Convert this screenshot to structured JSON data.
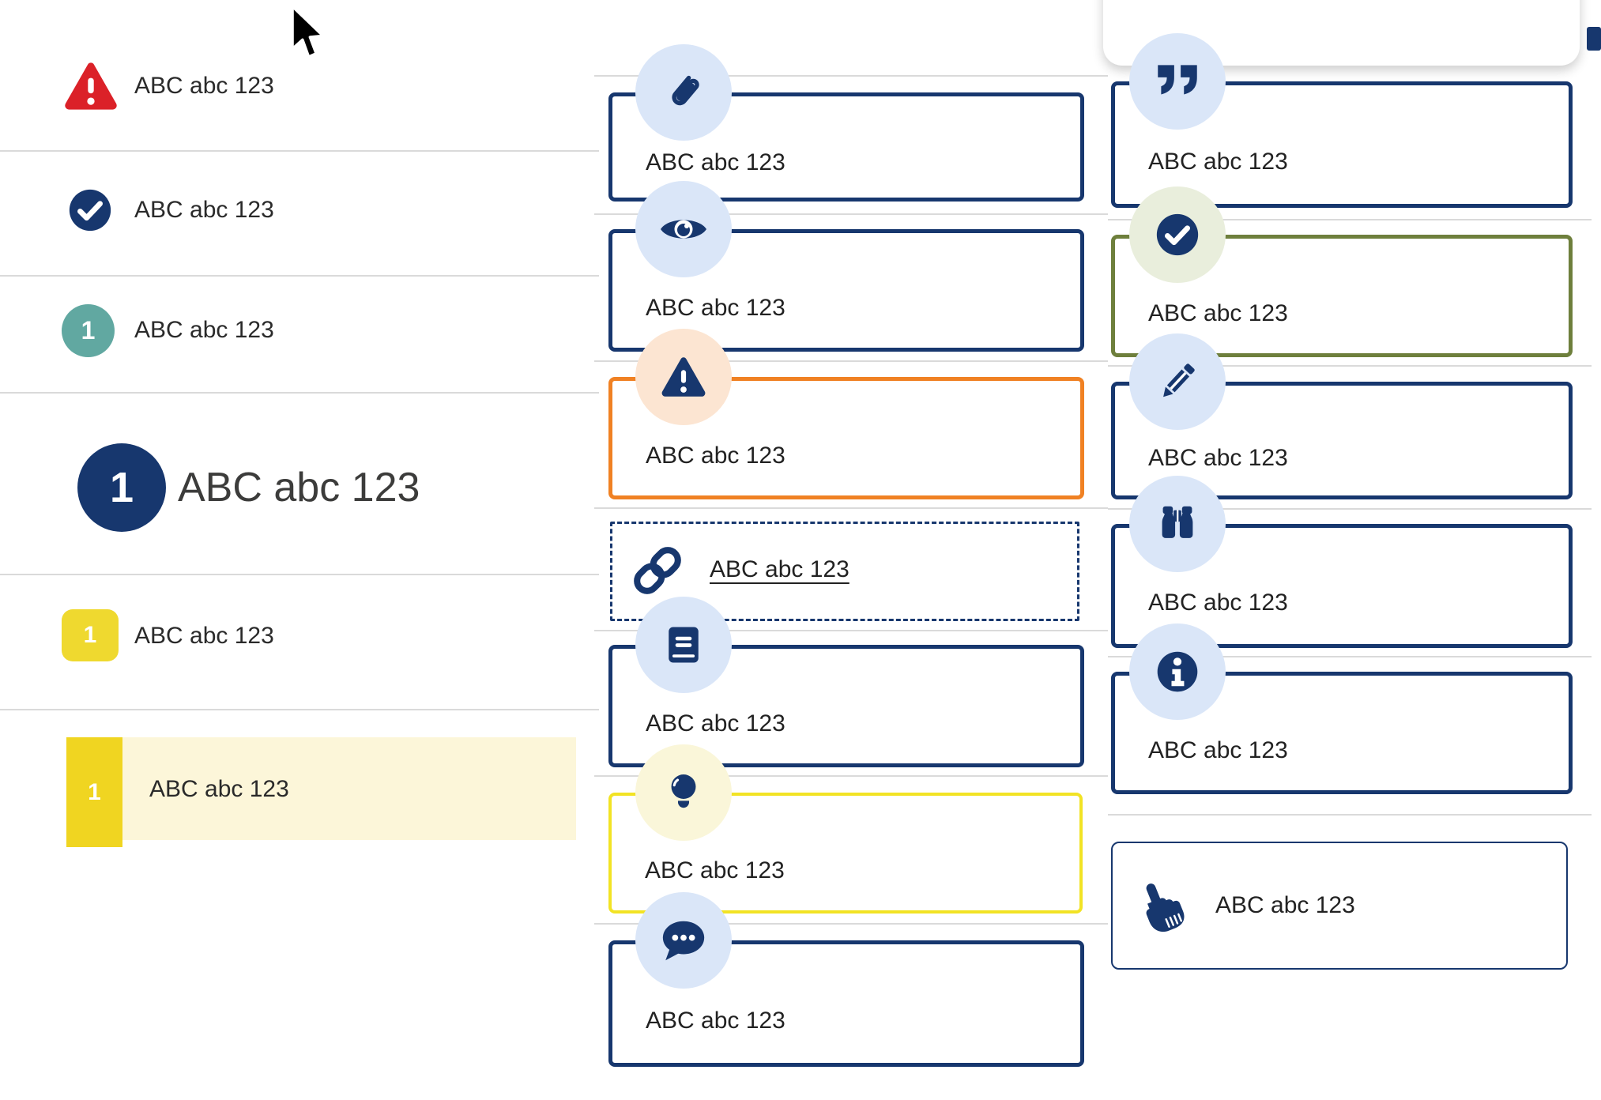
{
  "colors": {
    "navy": "#17376E",
    "red": "#DB2128",
    "teal": "#61A8A1",
    "yellowBadge": "#EFD92F",
    "tabYellow": "#F0D521",
    "paleRow": "#FCF6D9",
    "orange": "#F08123",
    "olive": "#6E7F3C",
    "yellowBorder": "#F2E324",
    "badgeBlue": "#DAE6F8",
    "badgePeach": "#FCE5D2",
    "badgeYellow": "#FAF6D9",
    "badgeSage": "#E9EEDC",
    "divider": "#DADADA",
    "text": "#222222"
  },
  "cursor": {
    "icon": "mouse-pointer-icon"
  },
  "left_list": {
    "items": [
      {
        "icon": "warning-triangle-icon",
        "label": "ABC abc 123"
      },
      {
        "icon": "check-circle-icon",
        "label": "ABC abc 123"
      },
      {
        "icon": "number-badge-teal",
        "number": "1",
        "label": "ABC abc 123"
      },
      {
        "icon": "number-badge-navy-large",
        "number": "1",
        "label": "ABC abc 123"
      },
      {
        "icon": "number-badge-yellow",
        "number": "1",
        "label": "ABC abc 123"
      },
      {
        "icon": "number-tab-yellow",
        "number": "1",
        "label": "ABC abc 123",
        "highlighted": true
      }
    ]
  },
  "middle_column": {
    "boxes": [
      {
        "icon": "paperclip-icon",
        "style": "navy",
        "label": "ABC abc 123"
      },
      {
        "icon": "eye-icon",
        "style": "navy",
        "label": "ABC abc 123"
      },
      {
        "icon": "warning-triangle-icon",
        "style": "orange",
        "label": "ABC abc 123"
      },
      {
        "icon": "link-icon",
        "style": "dashed",
        "label": "ABC abc 123",
        "underlined": true
      },
      {
        "icon": "book-icon",
        "style": "navy",
        "label": "ABC abc 123"
      },
      {
        "icon": "lightbulb-icon",
        "style": "yellow",
        "label": "ABC abc 123"
      },
      {
        "icon": "chat-icon",
        "style": "navy",
        "label": "ABC abc 123"
      }
    ]
  },
  "right_column": {
    "boxes": [
      {
        "icon": "quote-icon",
        "style": "navy",
        "label": "ABC abc 123"
      },
      {
        "icon": "check-circle-icon",
        "style": "olive",
        "label": "ABC abc 123"
      },
      {
        "icon": "pencil-icon",
        "style": "navy",
        "label": "ABC abc 123"
      },
      {
        "icon": "binoculars-icon",
        "style": "navy",
        "label": "ABC abc 123"
      },
      {
        "icon": "info-icon",
        "style": "navy",
        "label": "ABC abc 123"
      },
      {
        "icon": "hand-pointer-icon",
        "style": "plain",
        "label": "ABC abc 123"
      }
    ]
  }
}
